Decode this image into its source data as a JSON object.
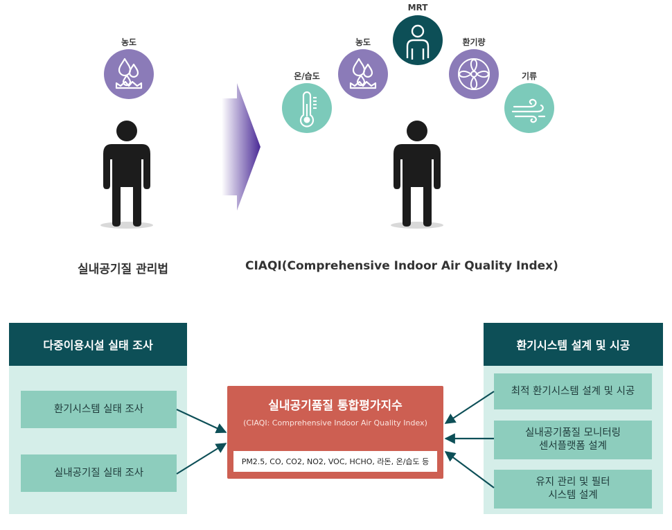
{
  "top": {
    "left_figure": {
      "icon_label": "농도",
      "caption": "실내공기질 관리법"
    },
    "right_figure": {
      "labels": {
        "temp_humidity": "온/습도",
        "concentration": "농도",
        "mrt": "MRT",
        "ventilation": "환기량",
        "airflow": "기류"
      },
      "caption": "CIAQI(Comprehensive Indoor Air Quality Index)"
    }
  },
  "bottom": {
    "left_panel": {
      "title": "다중이용시설 실태 조사",
      "items": [
        "환기시스템 실태 조사",
        "실내공기질 실태 조사"
      ]
    },
    "center": {
      "title": "실내공기품질 통합평가지수",
      "subtitle": "(CIAQI: Comprehensive Indoor Air Quality Index)",
      "pollutants": "PM2.5, CO, CO2, NO2, VOC, HCHO, 라돈, 온/습도 등"
    },
    "right_panel": {
      "title": "환기시스템 설계 및 시공",
      "items": [
        {
          "line1": "최적 환기시스템 설계 및 시공",
          "line2": ""
        },
        {
          "line1": "실내공기품질 모니터링",
          "line2": "센서플랫폼 설계"
        },
        {
          "line1": "유지 관리 및 필터",
          "line2": "시스템 설계"
        }
      ]
    }
  },
  "colors": {
    "purple": "#8b7bb8",
    "teal": "#7ccaba",
    "dark_teal": "#0d4f57",
    "panel_bg": "#d5eee9",
    "item_bg": "#8dcdbd",
    "center_red": "#cd5f52",
    "figure": "#1c1c1c"
  }
}
